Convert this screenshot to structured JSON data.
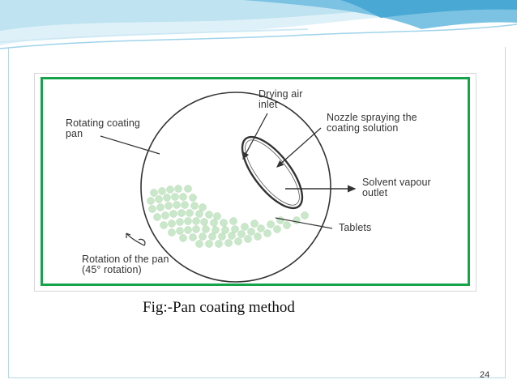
{
  "diagram": {
    "labels": {
      "drying_air_inlet": "Drying air\ninlet",
      "rotating_coating_pan": "Rotating coating\npan",
      "nozzle": "Nozzle spraying the\ncoating solution",
      "solvent_vapour_outlet": "Solvent vapour\noutlet",
      "tablets": "Tablets",
      "rotation": "Rotation of the pan\n(45° rotation)"
    }
  },
  "caption": "Fig:-Pan coating method",
  "page_number": "24",
  "colors": {
    "frame_border": "#16a34a",
    "header_light": "#d9eef7",
    "header_mid": "#9fd3ea",
    "header_dark": "#4aa8d4",
    "tablet_fill": "#c9e7c9"
  }
}
